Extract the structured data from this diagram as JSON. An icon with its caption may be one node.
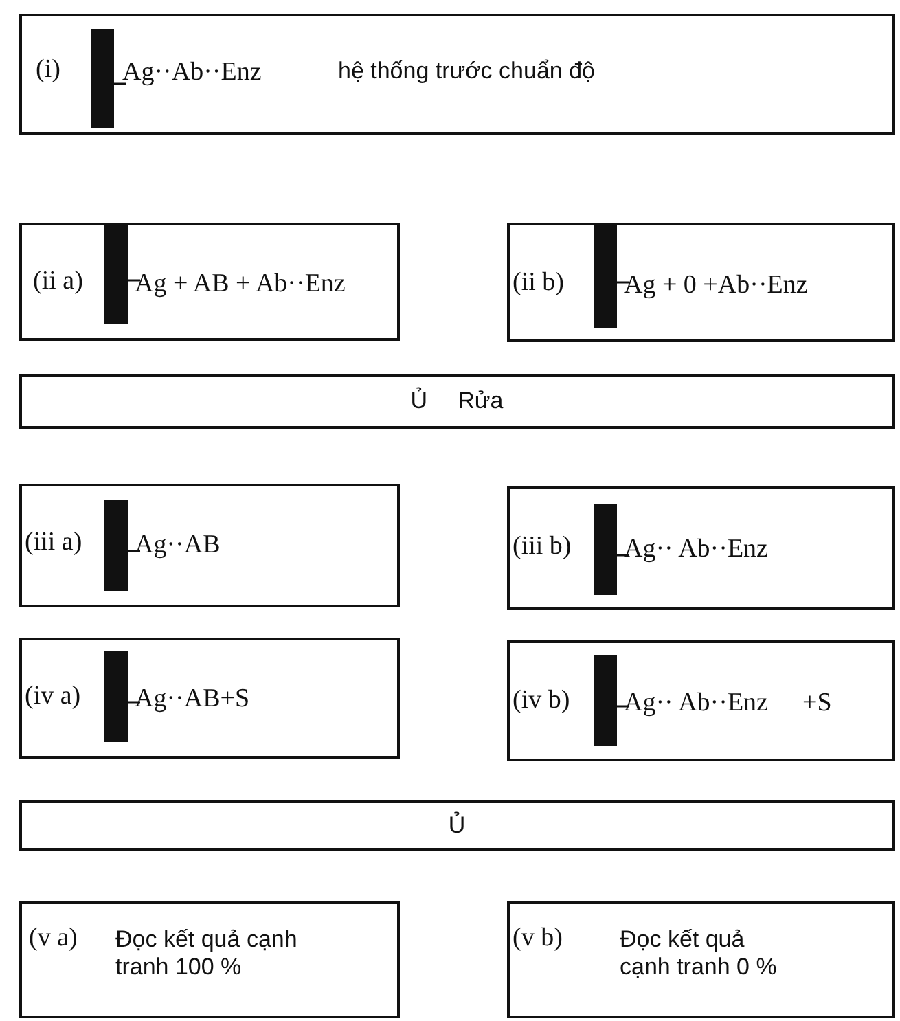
{
  "diagram": {
    "nodes": [
      {
        "text": [
          "(i)",
          "Ag··Ab··Enz",
          "hệ thống trước chuẩn độ"
        ]
      },
      {
        "text": [
          "(ii a)",
          "Ag + AB + Ab··Enz"
        ]
      },
      {
        "text": [
          "(ii b)",
          "Ag + 0 +Ab··Enz"
        ]
      },
      {
        "text": [
          "Ủ",
          "Rửa"
        ]
      },
      {
        "text": [
          "(iii a)",
          "Ag··AB"
        ]
      },
      {
        "text": [
          "(iii b)",
          "Ag·· Ab··Enz"
        ]
      },
      {
        "text": [
          "(iv a)",
          "Ag··AB+S"
        ]
      },
      {
        "text": [
          "(iv b)",
          "Ag·· Ab··Enz",
          "+S"
        ]
      },
      {
        "text": [
          "Ủ"
        ]
      },
      {
        "text": [
          "(v a)",
          "Đọc kết quả cạnh tranh 100 %"
        ]
      },
      {
        "text": [
          "(v b)",
          "Đọc kết quả cạnh tranh 0 %"
        ]
      }
    ],
    "edges": []
  }
}
